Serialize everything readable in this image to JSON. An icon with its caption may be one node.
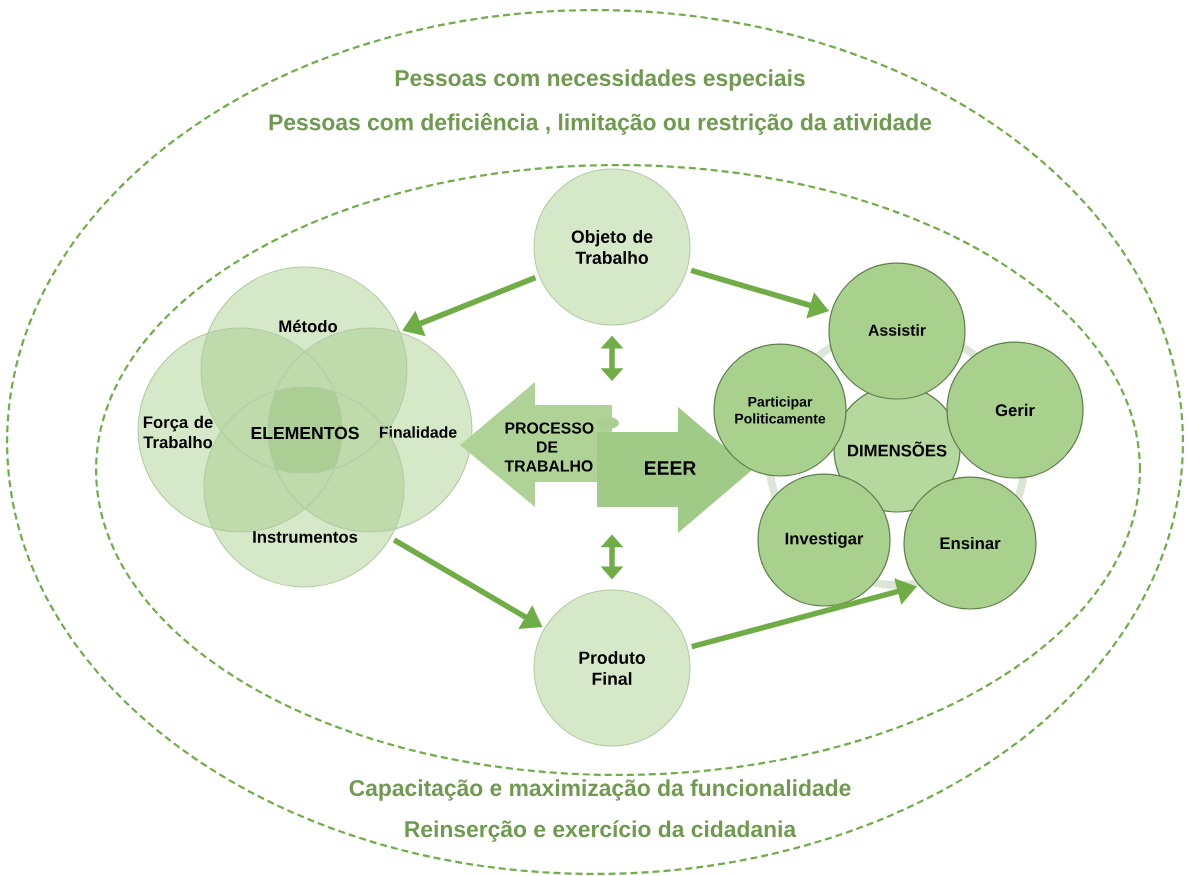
{
  "diagram": {
    "nodes": [
      {
        "text": [
          "Pessoas com necessidades especiais",
          "Pessoas com deficiência , limitação ou restrição da atividade",
          "Capacitação e maximização da funcionalidade",
          "Reinserção e exercício da cidadania"
        ]
      },
      {
        "text": [],
        "shape": "ellipse",
        "in": 0
      },
      {
        "text": [
          "Objeto de Trabalho"
        ],
        "in": 1
      },
      {
        "text": [
          "Método"
        ],
        "in": 1
      },
      {
        "text": [
          "Força de Trabalho"
        ],
        "in": 1
      },
      {
        "text": [
          "Finalidade"
        ],
        "in": 1
      },
      {
        "text": [
          "Instrumentos"
        ],
        "in": 1
      },
      {
        "text": [
          "PROCESSO DE TRABALHO"
        ],
        "in": 1
      },
      {
        "text": [
          "EEER"
        ],
        "in": 1
      },
      {
        "text": [
          "Assistir"
        ],
        "in": 1
      },
      {
        "text": [
          "Participar Politicamente"
        ],
        "in": 1
      },
      {
        "text": [
          "DIMENSÕES"
        ],
        "in": 1
      },
      {
        "text": [
          "Gerir"
        ],
        "in": 1
      },
      {
        "text": [
          "Investigar"
        ],
        "in": 1
      },
      {
        "text": [
          "Ensinar"
        ],
        "in": 1
      },
      {
        "text": [
          "Produto Final"
        ],
        "in": 1
      }
    ],
    "edges": [
      {
        "from": 2,
        "to": 3,
        "arrow": "to"
      },
      {
        "from": 2,
        "to": 9,
        "arrow": "to"
      },
      {
        "from": 2,
        "to": 7,
        "arrow": "both"
      },
      {
        "from": 15,
        "to": 8,
        "arrow": "both"
      },
      {
        "from": 6,
        "to": 15,
        "arrow": "to"
      },
      {
        "from": 15,
        "to": 14,
        "arrow": "to"
      }
    ],
    "labels": [
      "ELEMENTOS"
    ]
  }
}
